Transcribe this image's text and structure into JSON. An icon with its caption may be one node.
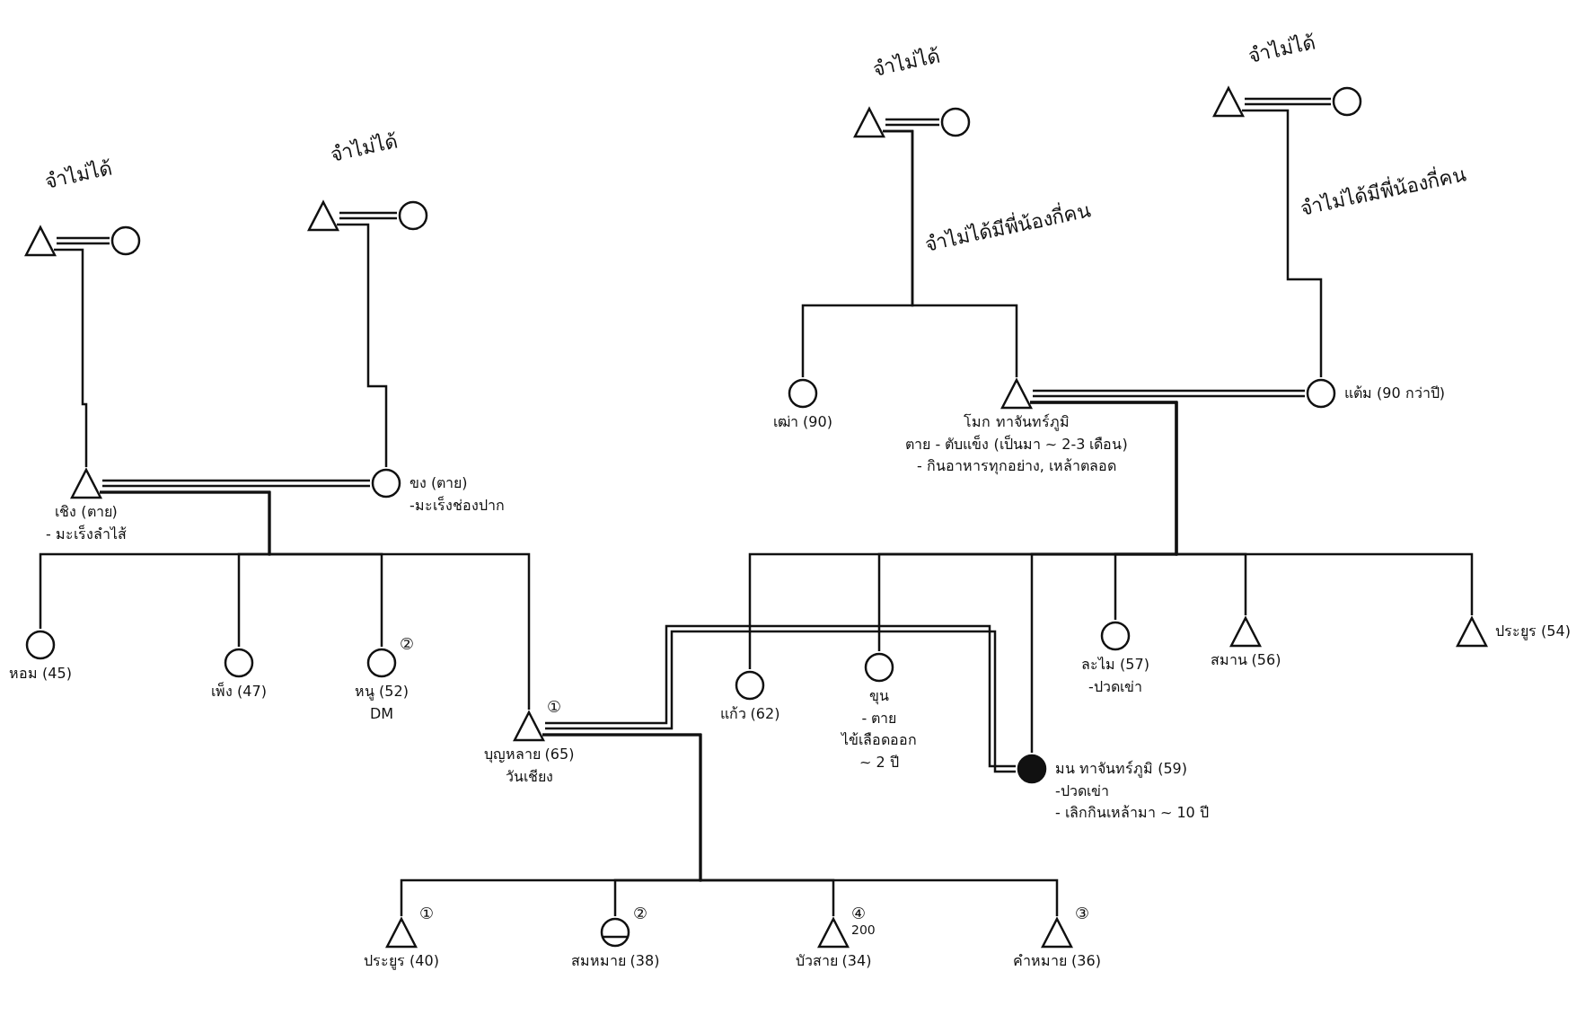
{
  "diagram": {
    "nodes": [
      {
        "text": [],
        "shape": "triangle"
      },
      {
        "text": [],
        "shape": "circle"
      },
      {
        "text": [],
        "shape": "triangle"
      },
      {
        "text": [],
        "shape": "circle"
      },
      {
        "text": [],
        "shape": "triangle"
      },
      {
        "text": [],
        "shape": "circle"
      },
      {
        "text": [],
        "shape": "triangle"
      },
      {
        "text": [],
        "shape": "circle"
      },
      {
        "text": [
          "เชิง (ตาย)",
          "- มะเร็งลำไส้"
        ]
      },
      {
        "text": [
          "ขง (ตาย)",
          "-มะเร็งช่องปาก"
        ]
      },
      {
        "text": [
          "เฒ่า (90)"
        ]
      },
      {
        "text": [
          "โมก ทาจันทร์ภูมิ",
          "ตาย - ตับแข็ง (เป็นมา ~ 2-3 เดือน)",
          "- กินอาหารทุกอย่าง, เหล้าตลอด"
        ]
      },
      {
        "text": [
          "แต้ม (90 กว่าปี)"
        ]
      },
      {
        "text": [
          "หอม (45)"
        ]
      },
      {
        "text": [
          "เพ็ง (47)"
        ]
      },
      {
        "text": [
          "หนู (52)",
          "DM"
        ],
        "beside": [
          "②"
        ]
      },
      {
        "text": [
          "บุญหลาย (65)",
          "วันเชียง"
        ],
        "beside": [
          "①"
        ]
      },
      {
        "text": [
          "แก้ว (62)"
        ]
      },
      {
        "text": [
          "ขุน",
          "- ตาย",
          "ไข้เลือดออก",
          "~ 2 ปี"
        ]
      },
      {
        "text": [
          "มน ทาจันทร์ภูมิ (59)",
          "-ปวดเข่า",
          "- เลิกกินเหล้ามา ~ 10 ปี"
        ]
      },
      {
        "text": [
          "ละไม (57)",
          "-ปวดเข่า"
        ]
      },
      {
        "text": [
          "สมาน (56)"
        ]
      },
      {
        "text": [
          "ประยูร (54)"
        ]
      },
      {
        "text": [
          "ประยูร (40)"
        ],
        "beside": [
          "①"
        ]
      },
      {
        "text": [
          "สมหมาย (38)"
        ],
        "beside": [
          "②"
        ]
      },
      {
        "text": [
          "บัวสาย (34)"
        ],
        "beside": [
          "④",
          "200"
        ]
      },
      {
        "text": [
          "คำหมาย (36)"
        ],
        "beside": [
          "③"
        ]
      }
    ],
    "edges": [
      {
        "from": 0,
        "to": 1,
        "arrow": "none"
      },
      {
        "from": 2,
        "to": 3,
        "arrow": "none"
      },
      {
        "from": 4,
        "to": 5,
        "arrow": "none"
      },
      {
        "from": 6,
        "to": 7,
        "arrow": "none"
      },
      {
        "from": 0,
        "to": 8,
        "arrow": "none"
      },
      {
        "from": 2,
        "to": 9,
        "arrow": "none"
      },
      {
        "from": 4,
        "to": 10,
        "arrow": "none"
      },
      {
        "from": 4,
        "to": 11,
        "arrow": "none"
      },
      {
        "from": 6,
        "to": 12,
        "arrow": "none"
      },
      {
        "from": 8,
        "to": 9,
        "arrow": "none"
      },
      {
        "from": 11,
        "to": 12,
        "arrow": "none"
      },
      {
        "from": 8,
        "to": 13,
        "arrow": "none"
      },
      {
        "from": 8,
        "to": 14,
        "arrow": "none"
      },
      {
        "from": 8,
        "to": 15,
        "arrow": "none"
      },
      {
        "from": 8,
        "to": 16,
        "arrow": "none"
      },
      {
        "from": 11,
        "to": 17,
        "arrow": "none"
      },
      {
        "from": 11,
        "to": 18,
        "arrow": "none"
      },
      {
        "from": 11,
        "to": 19,
        "arrow": "none"
      },
      {
        "from": 11,
        "to": 20,
        "arrow": "none"
      },
      {
        "from": 11,
        "to": 21,
        "arrow": "none"
      },
      {
        "from": 11,
        "to": 22,
        "arrow": "none"
      },
      {
        "from": 16,
        "to": 19,
        "arrow": "none"
      },
      {
        "from": 16,
        "to": 23,
        "arrow": "none"
      },
      {
        "from": 16,
        "to": 24,
        "arrow": "none"
      },
      {
        "from": 16,
        "to": 25,
        "arrow": "none"
      },
      {
        "from": 16,
        "to": 26,
        "arrow": "none"
      }
    ],
    "labels": [
      "จำไม่ได้",
      "จำไม่ได้",
      "จำไม่ได้",
      "จำไม่ได้",
      "จำไม่ได้มีพี่น้องกี่คน",
      "จำไม่ได้มีพี่น้องกี่คน"
    ]
  }
}
